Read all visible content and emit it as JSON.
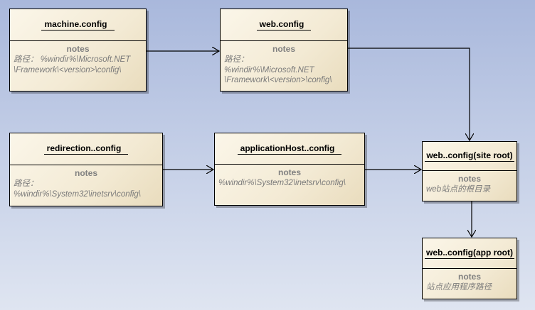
{
  "diagram": {
    "nodes": [
      {
        "id": "machine",
        "title": "machine.config",
        "notes_label": "notes",
        "lines": [
          "路径： %windir%\\Microsoft.NET",
          "\\Framework\\<version>\\config\\"
        ]
      },
      {
        "id": "web",
        "title": "web.config",
        "notes_label": "notes",
        "lines": [
          "路径：",
          "%windir%\\Microsoft.NET",
          "\\Framework\\<version>\\config\\"
        ]
      },
      {
        "id": "redirection",
        "title": "redirection..config",
        "notes_label": "notes",
        "lines": [
          "路径：",
          "%windir%\\System32\\inetsrv\\config\\"
        ]
      },
      {
        "id": "apphost",
        "title": "applicationHost..config",
        "notes_label": "notes",
        "lines": [
          "%windir%\\System32\\inetsrv\\config\\"
        ]
      },
      {
        "id": "siteroot",
        "title": "web..config(site root)",
        "notes_label": "notes",
        "lines": [
          "web站点的根目录"
        ]
      },
      {
        "id": "approot",
        "title": "web..config(app root)",
        "notes_label": "notes",
        "lines": [
          "站点应用程序路径"
        ]
      }
    ]
  }
}
